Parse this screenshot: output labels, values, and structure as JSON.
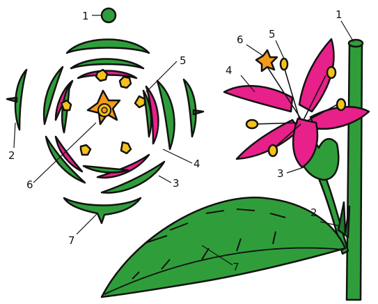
{
  "diagram": {
    "floral_diagram_labels": [
      "1",
      "2",
      "3",
      "4",
      "5",
      "6",
      "7"
    ],
    "flower_drawing_labels": [
      "1",
      "2",
      "3",
      "4",
      "5",
      "6",
      "7"
    ]
  },
  "colors": {
    "green": "#2f9e3a",
    "dark_green": "#1e7a2a",
    "pink": "#e8208a",
    "yellow": "#f5c21b",
    "orange": "#f39a1a",
    "outline": "#111111"
  }
}
